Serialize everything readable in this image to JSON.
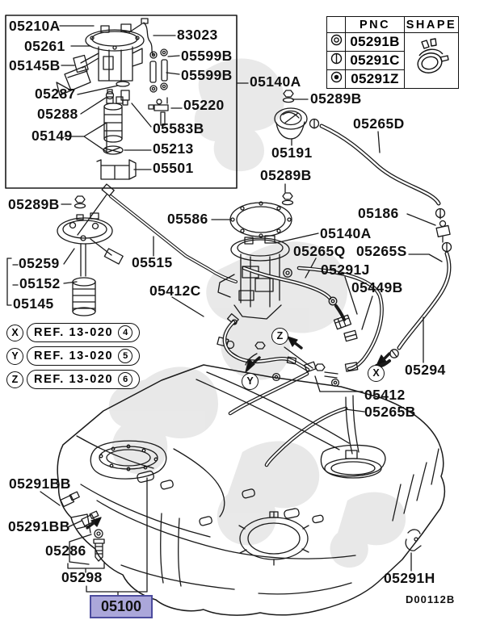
{
  "diagram_code": "D00112B",
  "colors": {
    "line": "#1a1a1a",
    "highlight_fill": "#aba7da",
    "highlight_border": "#4c4c9e",
    "watermark": "#dadada"
  },
  "pnc_table": {
    "pnc_header": "PNC",
    "shape_header": "SHAPE",
    "shape_icon": "hose-clamp",
    "rows": [
      {
        "symbol": "double-circle",
        "pnc": "05291B"
      },
      {
        "symbol": "circle-vertical-line",
        "pnc": "05291C"
      },
      {
        "symbol": "bullseye",
        "pnc": "05291Z"
      }
    ]
  },
  "ref_callouts": [
    {
      "marker": "X",
      "ref": "REF. 13-020",
      "num": "4"
    },
    {
      "marker": "Y",
      "ref": "REF. 13-020",
      "num": "5"
    },
    {
      "marker": "Z",
      "ref": "REF. 13-020",
      "num": "6"
    }
  ],
  "view_markers": {
    "x": "X",
    "y": "Y",
    "z": "Z"
  },
  "highlighted_part": "05100",
  "labels": {
    "p05210A": "05210A",
    "p05261": "05261",
    "p05145B": "05145B",
    "p05287": "05287",
    "p05288": "05288",
    "p05149": "05149",
    "p83023": "83023",
    "p05599B_1": "05599B",
    "p05599B_2": "05599B",
    "p05220": "05220",
    "p05583B": "05583B",
    "p05213": "05213",
    "p05501": "05501",
    "p05140A_1": "05140A",
    "p05289B_1": "05289B",
    "p05265D": "05265D",
    "p05191": "05191",
    "p05289B_2": "05289B",
    "p05186": "05186",
    "p05289B_3": "05289B",
    "p05586": "05586",
    "p05140A_2": "05140A",
    "p05265Q": "05265Q",
    "p05265S": "05265S",
    "p05291J": "05291J",
    "p05449B": "05449B",
    "p05259": "05259",
    "p05152": "05152",
    "p05145": "05145",
    "p05515": "05515",
    "p05412C": "05412C",
    "p05294": "05294",
    "p05412": "05412",
    "p05265B": "05265B",
    "p05291BB_1": "05291BB",
    "p05291BB_2": "05291BB",
    "p05286": "05286",
    "p05298": "05298",
    "p05291H": "05291H"
  }
}
